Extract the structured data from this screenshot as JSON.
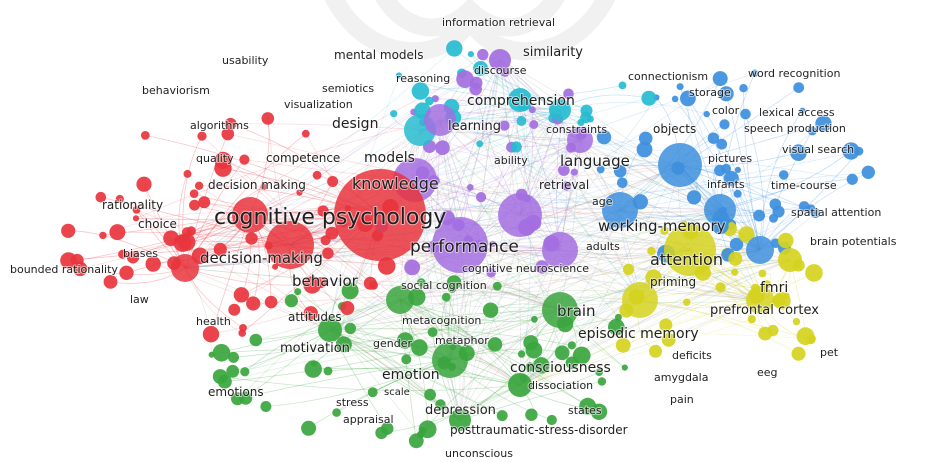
{
  "colors": {
    "red": "#e8343d",
    "green": "#3aa53e",
    "blue": "#3d8fdd",
    "yellow": "#d5d21e",
    "purple": "#a36ee0",
    "cyan": "#27bcd0"
  },
  "terms": {
    "information_retrieval": "information retrieval",
    "usability": "usability",
    "mental_models": "mental models",
    "similarity": "similarity",
    "behaviorism": "behaviorism",
    "semiotics": "semiotics",
    "discourse": "discourse",
    "reasoning": "reasoning",
    "connectionism": "connectionism",
    "word_recognition": "word recognition",
    "storage": "storage",
    "visualization": "visualization",
    "comprehension": "comprehension",
    "color": "color",
    "lexical_access": "lexical access",
    "algorithms": "algorithms",
    "design": "design",
    "learning": "learning",
    "constraints": "constraints",
    "objects": "objects",
    "speech_production": "speech production",
    "quality": "quality",
    "competence": "competence",
    "models": "models",
    "ability": "ability",
    "language": "language",
    "pictures": "pictures",
    "visual_search": "visual search",
    "decision_making": "decision making",
    "knowledge": "knowledge",
    "retrieval": "retrieval",
    "infants": "infants",
    "time_course": "time-course",
    "rationality": "rationality",
    "age": "age",
    "cognitive_psychology": "cognitive psychology",
    "spatial_attention": "spatial attention",
    "choice": "choice",
    "working_memory": "working-memory",
    "brain_potentials": "brain potentials",
    "adults": "adults",
    "biases": "biases",
    "performance": "performance",
    "decision_making_2": "decision-making",
    "attention": "attention",
    "bounded_rationality": "bounded rationality",
    "cognitive_neuroscience": "cognitive neuroscience",
    "behavior": "behavior",
    "priming": "priming",
    "fmri": "fmri",
    "social_cognition": "social cognition",
    "law": "law",
    "brain": "brain",
    "prefrontal_cortex": "prefrontal cortex",
    "health": "health",
    "attitudes": "attitudes",
    "metacognition": "metacognition",
    "episodic_memory": "episodic memory",
    "gender": "gender",
    "metaphor": "metaphor",
    "motivation": "motivation",
    "deficits": "deficits",
    "pet": "pet",
    "consciousness": "consciousness",
    "emotion": "emotion",
    "amygdala": "amygdala",
    "eeg": "eeg",
    "dissociation": "dissociation",
    "emotions": "emotions",
    "scale": "scale",
    "stress": "stress",
    "pain": "pain",
    "depression": "depression",
    "states": "states",
    "appraisal": "appraisal",
    "ptsd": "posttraumatic-stress-disorder",
    "unconscious": "unconscious"
  }
}
